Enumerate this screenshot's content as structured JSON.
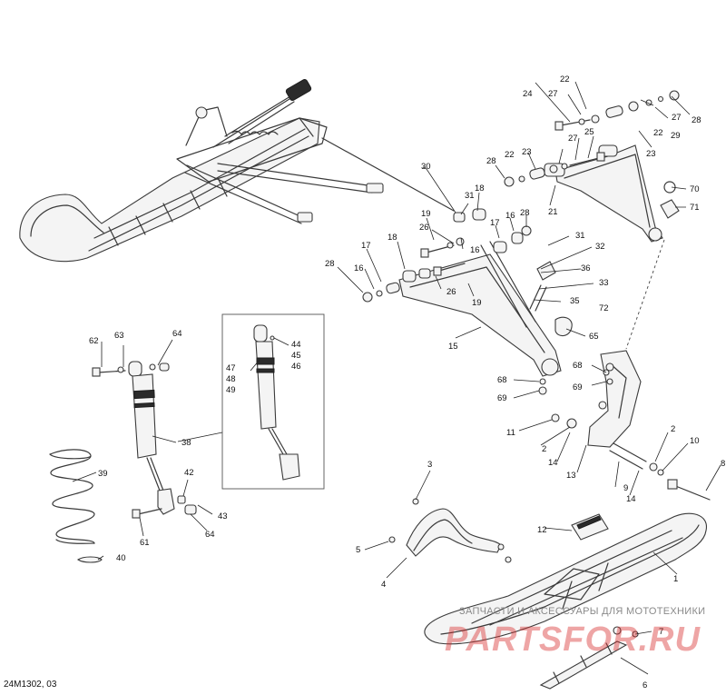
{
  "figure_code": "24M1302, 03",
  "watermark": {
    "text": "ЗАПЧАСТИ И АКСЕССУАРЫ ДЛЯ МОТОТЕХНИКИ",
    "logo_text": "PARTSFOR.RU",
    "color": "#d62828"
  },
  "callouts": [
    {
      "id": "c1",
      "label": "1"
    },
    {
      "id": "c2a",
      "label": "2"
    },
    {
      "id": "c2b",
      "label": "2"
    },
    {
      "id": "c3",
      "label": "3"
    },
    {
      "id": "c4",
      "label": "4"
    },
    {
      "id": "c5",
      "label": "5"
    },
    {
      "id": "c6",
      "label": "6"
    },
    {
      "id": "c7",
      "label": "7"
    },
    {
      "id": "c8",
      "label": "8"
    },
    {
      "id": "c9",
      "label": "9"
    },
    {
      "id": "c10",
      "label": "10"
    },
    {
      "id": "c11",
      "label": "11"
    },
    {
      "id": "c12",
      "label": "12"
    },
    {
      "id": "c13",
      "label": "13"
    },
    {
      "id": "c14a",
      "label": "14"
    },
    {
      "id": "c14b",
      "label": "14"
    },
    {
      "id": "c15",
      "label": "15"
    },
    {
      "id": "c16a",
      "label": "16"
    },
    {
      "id": "c16b",
      "label": "16"
    },
    {
      "id": "c16c",
      "label": "16"
    },
    {
      "id": "c17a",
      "label": "17"
    },
    {
      "id": "c17b",
      "label": "17"
    },
    {
      "id": "c18a",
      "label": "18"
    },
    {
      "id": "c18b",
      "label": "18"
    },
    {
      "id": "c19a",
      "label": "19"
    },
    {
      "id": "c19b",
      "label": "19"
    },
    {
      "id": "c21",
      "label": "21"
    },
    {
      "id": "c22a",
      "label": "22"
    },
    {
      "id": "c22b",
      "label": "22"
    },
    {
      "id": "c22c",
      "label": "22"
    },
    {
      "id": "c23a",
      "label": "23"
    },
    {
      "id": "c23b",
      "label": "23"
    },
    {
      "id": "c24",
      "label": "24"
    },
    {
      "id": "c25",
      "label": "25"
    },
    {
      "id": "c26a",
      "label": "26"
    },
    {
      "id": "c26b",
      "label": "26"
    },
    {
      "id": "c27a",
      "label": "27"
    },
    {
      "id": "c27b",
      "label": "27"
    },
    {
      "id": "c27c",
      "label": "27"
    },
    {
      "id": "c28a",
      "label": "28"
    },
    {
      "id": "c28b",
      "label": "28"
    },
    {
      "id": "c28c",
      "label": "28"
    },
    {
      "id": "c28d",
      "label": "28"
    },
    {
      "id": "c29",
      "label": "29"
    },
    {
      "id": "c30",
      "label": "30"
    },
    {
      "id": "c31a",
      "label": "31"
    },
    {
      "id": "c31b",
      "label": "31"
    },
    {
      "id": "c32",
      "label": "32"
    },
    {
      "id": "c33",
      "label": "33"
    },
    {
      "id": "c35",
      "label": "35"
    },
    {
      "id": "c36",
      "label": "36"
    },
    {
      "id": "c38",
      "label": "38"
    },
    {
      "id": "c39",
      "label": "39"
    },
    {
      "id": "c40",
      "label": "40"
    },
    {
      "id": "c42",
      "label": "42"
    },
    {
      "id": "c43",
      "label": "43"
    },
    {
      "id": "c44",
      "label": "44"
    },
    {
      "id": "c45",
      "label": "45"
    },
    {
      "id": "c46",
      "label": "46"
    },
    {
      "id": "c47",
      "label": "47"
    },
    {
      "id": "c48",
      "label": "48"
    },
    {
      "id": "c49",
      "label": "49"
    },
    {
      "id": "c61",
      "label": "61"
    },
    {
      "id": "c62",
      "label": "62"
    },
    {
      "id": "c63",
      "label": "63"
    },
    {
      "id": "c64a",
      "label": "64"
    },
    {
      "id": "c64b",
      "label": "64"
    },
    {
      "id": "c65",
      "label": "65"
    },
    {
      "id": "c68a",
      "label": "68"
    },
    {
      "id": "c68b",
      "label": "68"
    },
    {
      "id": "c69a",
      "label": "69"
    },
    {
      "id": "c69b",
      "label": "69"
    },
    {
      "id": "c70",
      "label": "70"
    },
    {
      "id": "c71",
      "label": "71"
    },
    {
      "id": "c72",
      "label": "72"
    }
  ]
}
